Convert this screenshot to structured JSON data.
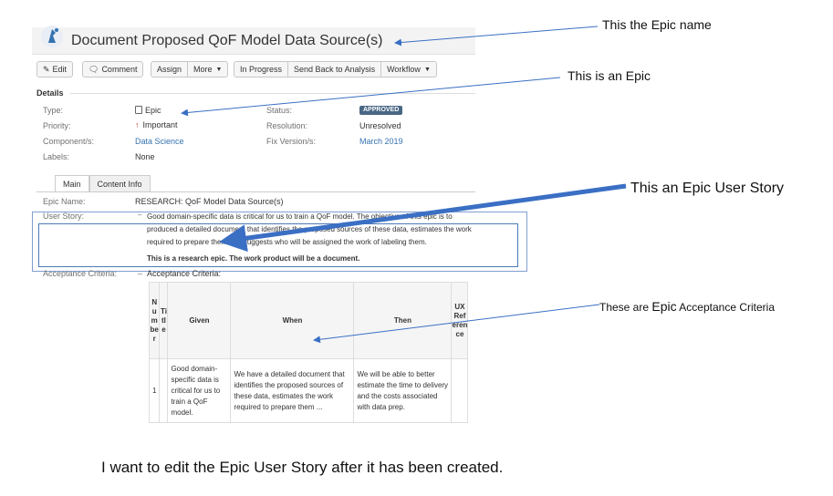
{
  "issue": {
    "title": "Document Proposed QoF Model Data Source(s)",
    "toolbar": {
      "edit": "Edit",
      "comment": "Comment",
      "assign": "Assign",
      "more": "More",
      "in_progress": "In Progress",
      "send_back": "Send Back to Analysis",
      "workflow": "Workflow"
    },
    "details": {
      "heading": "Details",
      "type_label": "Type:",
      "type_value": "Epic",
      "priority_label": "Priority:",
      "priority_value": "Important",
      "component_label": "Component/s:",
      "component_value": "Data Science",
      "labels_label": "Labels:",
      "labels_value": "None",
      "status_label": "Status:",
      "status_value": "APPROVED",
      "resolution_label": "Resolution:",
      "resolution_value": "Unresolved",
      "fix_label": "Fix Version/s:",
      "fix_value": "March 2019"
    },
    "tabs": [
      {
        "label": "Main"
      },
      {
        "label": "Content Info"
      }
    ],
    "epic_name_label": "Epic Name:",
    "epic_name_value": "RESEARCH: QoF Model Data Source(s)",
    "user_story_label": "User Story:",
    "user_story_text": "Good domain-specific data is critical for us to train a QoF model. The objective of this epic is to produced a detailed document that identifies the proposed sources of these data, estimates the work required to prepare them and suggests who will be assigned the work of labeling them.",
    "user_story_bold": "This is a research epic. The work product will be a document.",
    "acceptance_label": "Acceptance Criteria:",
    "acceptance_value": "Acceptance Criteria:",
    "table": {
      "headers": [
        "Number",
        "Title",
        "Given",
        "When",
        "Then",
        "UX Reference"
      ],
      "rows": [
        {
          "number": "1",
          "title": "",
          "given": "Good domain-specific data is critical for us to train a QoF model.",
          "when": "We have a detailed document that identifies the proposed sources of these data, estimates the work required to prepare them ...",
          "then": "We will be able to better estimate the time to delivery and the costs associated with data prep.",
          "ux": ""
        }
      ]
    }
  },
  "annotations": {
    "epic_name": "This the Epic name",
    "is_epic": "This is an Epic",
    "user_story": "This an Epic User Story",
    "acceptance_prefix": "These are ",
    "acceptance_epic": "Epic",
    "acceptance_suffix": " Acceptance Criteria",
    "bottom": "I want to edit the Epic User Story after it has been created."
  },
  "colors": {
    "link": "#3572b0",
    "badge": "#4a6785",
    "arrow": "#3a6fc4",
    "priority": "#d04437"
  }
}
